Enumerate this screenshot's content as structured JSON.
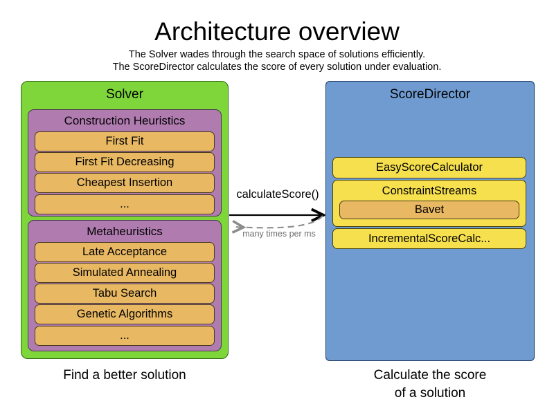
{
  "header": {
    "title": "Architecture overview",
    "subtitle_line_1": "The Solver wades through the search space of solutions efficiently.",
    "subtitle_line_2": "The ScoreDirector calculates the score of every solution under evaluation."
  },
  "colors": {
    "solver_panel": "#7ED63A",
    "group_box": "#B07CB0",
    "item_box": "#E8B863",
    "score_director_panel": "#6F9BD1",
    "calculator_box": "#F6E04D",
    "arrow_solid": "#000000",
    "arrow_dashed": "#8c8c8c",
    "background": "#ffffff"
  },
  "solver": {
    "title": "Solver",
    "groups": [
      {
        "title": "Construction Heuristics",
        "items": [
          {
            "label": "First Fit"
          },
          {
            "label": "First Fit Decreasing"
          },
          {
            "label": "Cheapest Insertion"
          },
          {
            "label": "..."
          }
        ]
      },
      {
        "title": "Metaheuristics",
        "items": [
          {
            "label": "Late Acceptance"
          },
          {
            "label": "Simulated Annealing"
          },
          {
            "label": "Tabu Search"
          },
          {
            "label": "Genetic Algorithms"
          },
          {
            "label": "..."
          }
        ]
      }
    ]
  },
  "score_director": {
    "title": "ScoreDirector",
    "calculators": [
      {
        "label": "EasyScoreCalculator"
      },
      {
        "label": "ConstraintStreams",
        "child": {
          "label": "Bavet"
        }
      },
      {
        "label": "IncrementalScoreCalc..."
      }
    ]
  },
  "arrows": {
    "request_label": "calculateScore()",
    "response_label": "many times per ms"
  },
  "captions": {
    "left": "Find a better solution",
    "right_line_1": "Calculate the score",
    "right_line_2": "of a solution"
  }
}
